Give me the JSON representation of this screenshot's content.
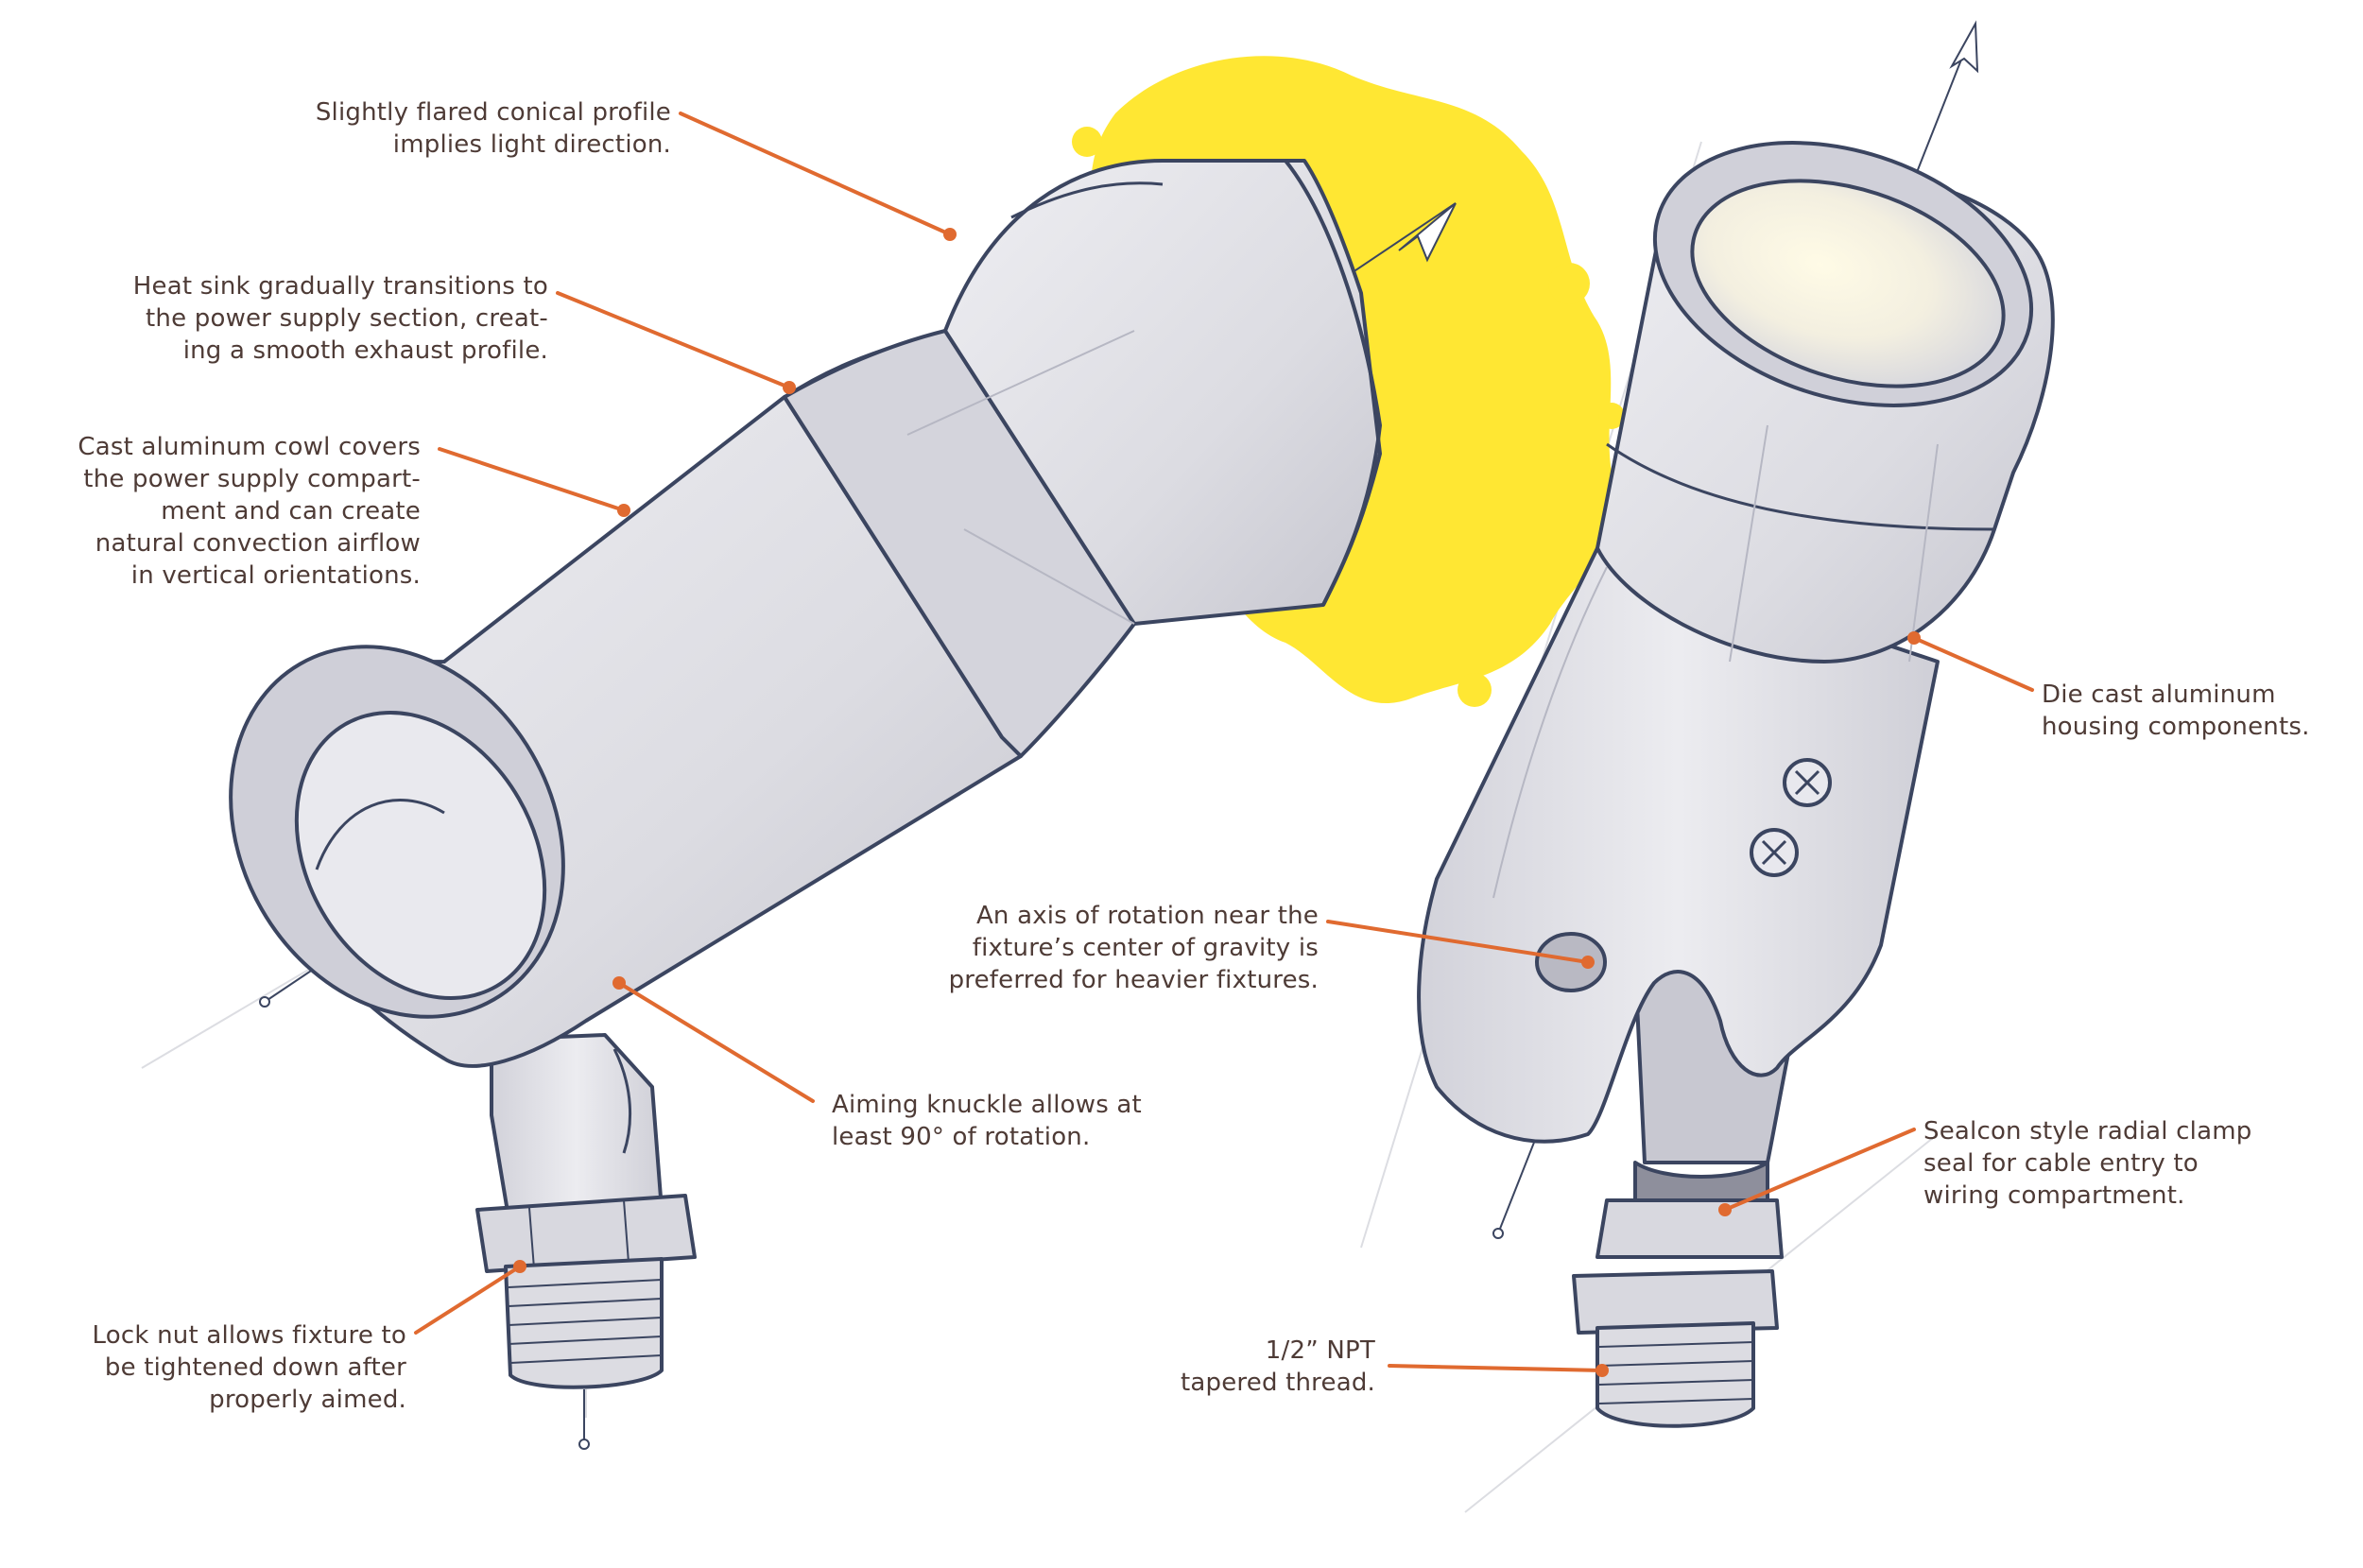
{
  "colors": {
    "leader": "#e06a30",
    "outline": "#3b4560",
    "body_fill": "#e2e2e7",
    "body_shadow": "#c9c9d1",
    "light_glow": "#ffe733",
    "text": "#4e3b36"
  },
  "callouts": {
    "conical_profile": [
      "Slightly flared conical profile",
      "implies light direction."
    ],
    "heat_sink": [
      "Heat sink gradually transitions to",
      "the power supply section, creat-",
      "ing a smooth exhaust profile."
    ],
    "cowl": [
      "Cast aluminum cowl covers",
      "the power supply compart-",
      "ment and can create",
      "natural convection airflow",
      "in vertical orientations."
    ],
    "aiming_knuckle": [
      "Aiming knuckle allows at",
      "least 90° of rotation."
    ],
    "lock_nut": [
      "Lock nut allows fixture to",
      "be tightened down after",
      "properly aimed."
    ],
    "die_cast": [
      "Die cast aluminum",
      "housing components."
    ],
    "axis_rotation": [
      "An axis of rotation near the",
      "fixture’s center of gravity is",
      "preferred for heavier fixtures."
    ],
    "sealcon": [
      "Sealcon style radial clamp",
      "seal for cable entry to",
      "wiring compartment."
    ],
    "npt_thread": [
      "1/2” NPT",
      "tapered thread."
    ]
  }
}
